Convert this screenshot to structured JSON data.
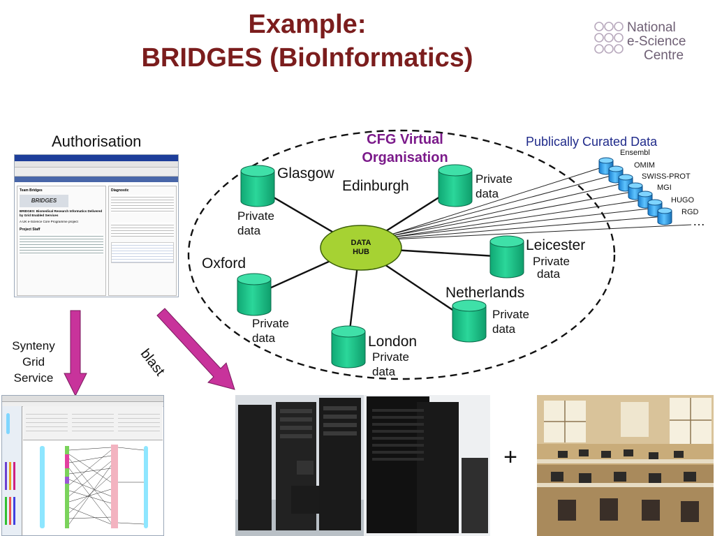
{
  "title": {
    "line1": "Example:",
    "line2": "BRIDGES (BioInformatics)"
  },
  "logo": {
    "line1": "National",
    "line2": "e-Science",
    "line3": "Centre"
  },
  "labels": {
    "authorisation": "Authorisation",
    "synteny": [
      "Synteny",
      "Grid",
      "Service"
    ],
    "blast": "blast",
    "plus": "+",
    "cfg_line1": "CFG Virtual",
    "cfg_line2": "Organisation",
    "publically": "Publically Curated Data",
    "hub_line1": "DATA",
    "hub_line2": "HUB",
    "ellipsis": "…"
  },
  "sites": [
    {
      "name": "Glasgow",
      "private": [
        "Private",
        "data"
      ]
    },
    {
      "name": "Edinburgh",
      "private": [
        "Private",
        "data"
      ]
    },
    {
      "name": "Leicester",
      "private": [
        "Private",
        "data"
      ]
    },
    {
      "name": "Netherlands",
      "private": [
        "Private",
        "data"
      ]
    },
    {
      "name": "London",
      "private": [
        "Private",
        "data"
      ]
    },
    {
      "name": "Oxford",
      "private": [
        "Private",
        "data"
      ]
    }
  ],
  "curated": [
    "Ensembl",
    "OMIM",
    "SWISS-PROT",
    "MGI",
    "HUGO",
    "RGD"
  ],
  "portal_screenshot": {
    "team": "Team Bridges",
    "brand": "BRIDGES",
    "heading": "BRIDGES: Biomedical Research Informatics Delivered by Grid Enabled Services",
    "sub": "A UK e-Science Core Programme project",
    "staff": "Project Staff",
    "panel": "Diagnostic"
  },
  "colors": {
    "title": "#7b1d1d",
    "cfg": "#7b1a8a",
    "publically": "#1f2a8a",
    "cylinder": "#1fc48a",
    "hub": "#a6d233",
    "arrow": "#c8339b"
  }
}
